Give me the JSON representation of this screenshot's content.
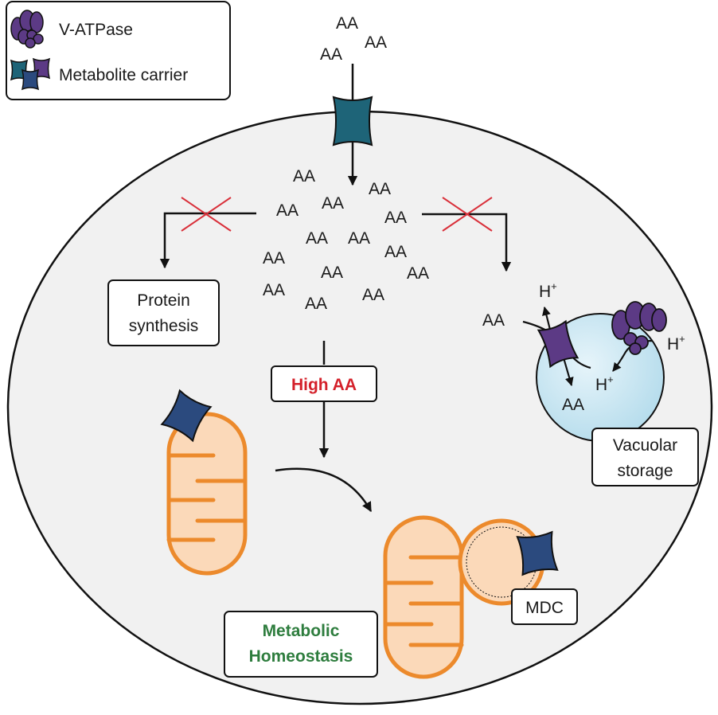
{
  "legend": {
    "vatpase_label": "V-ATPase",
    "carrier_label": "Metabolite carrier"
  },
  "amino_acid": "AA",
  "proton": {
    "symbol": "H",
    "charge": "+"
  },
  "labels": {
    "protein_synthesis_line1": "Protein",
    "protein_synthesis_line2": "synthesis",
    "high_aa": "High AA",
    "vacuolar_storage_line1": "Vacuolar",
    "vacuolar_storage_line2": "storage",
    "metabolic_line1": "Metabolic",
    "metabolic_line2": "Homeostasis",
    "mdc": "MDC"
  },
  "colors": {
    "carrier_teal": "#1e6478",
    "carrier_blue": "#2b4a7e",
    "vatpase_purple": "#5c3a85",
    "mito_fill": "#fbd9b9",
    "mito_stroke": "#ec8a2c",
    "vacuole_fill": "#c8e6f2",
    "cell_fill": "#f1f1f1",
    "inhibit_red": "#d9303a",
    "high_aa_red": "#d4202a",
    "homeostasis_green": "#2e7d3e"
  }
}
